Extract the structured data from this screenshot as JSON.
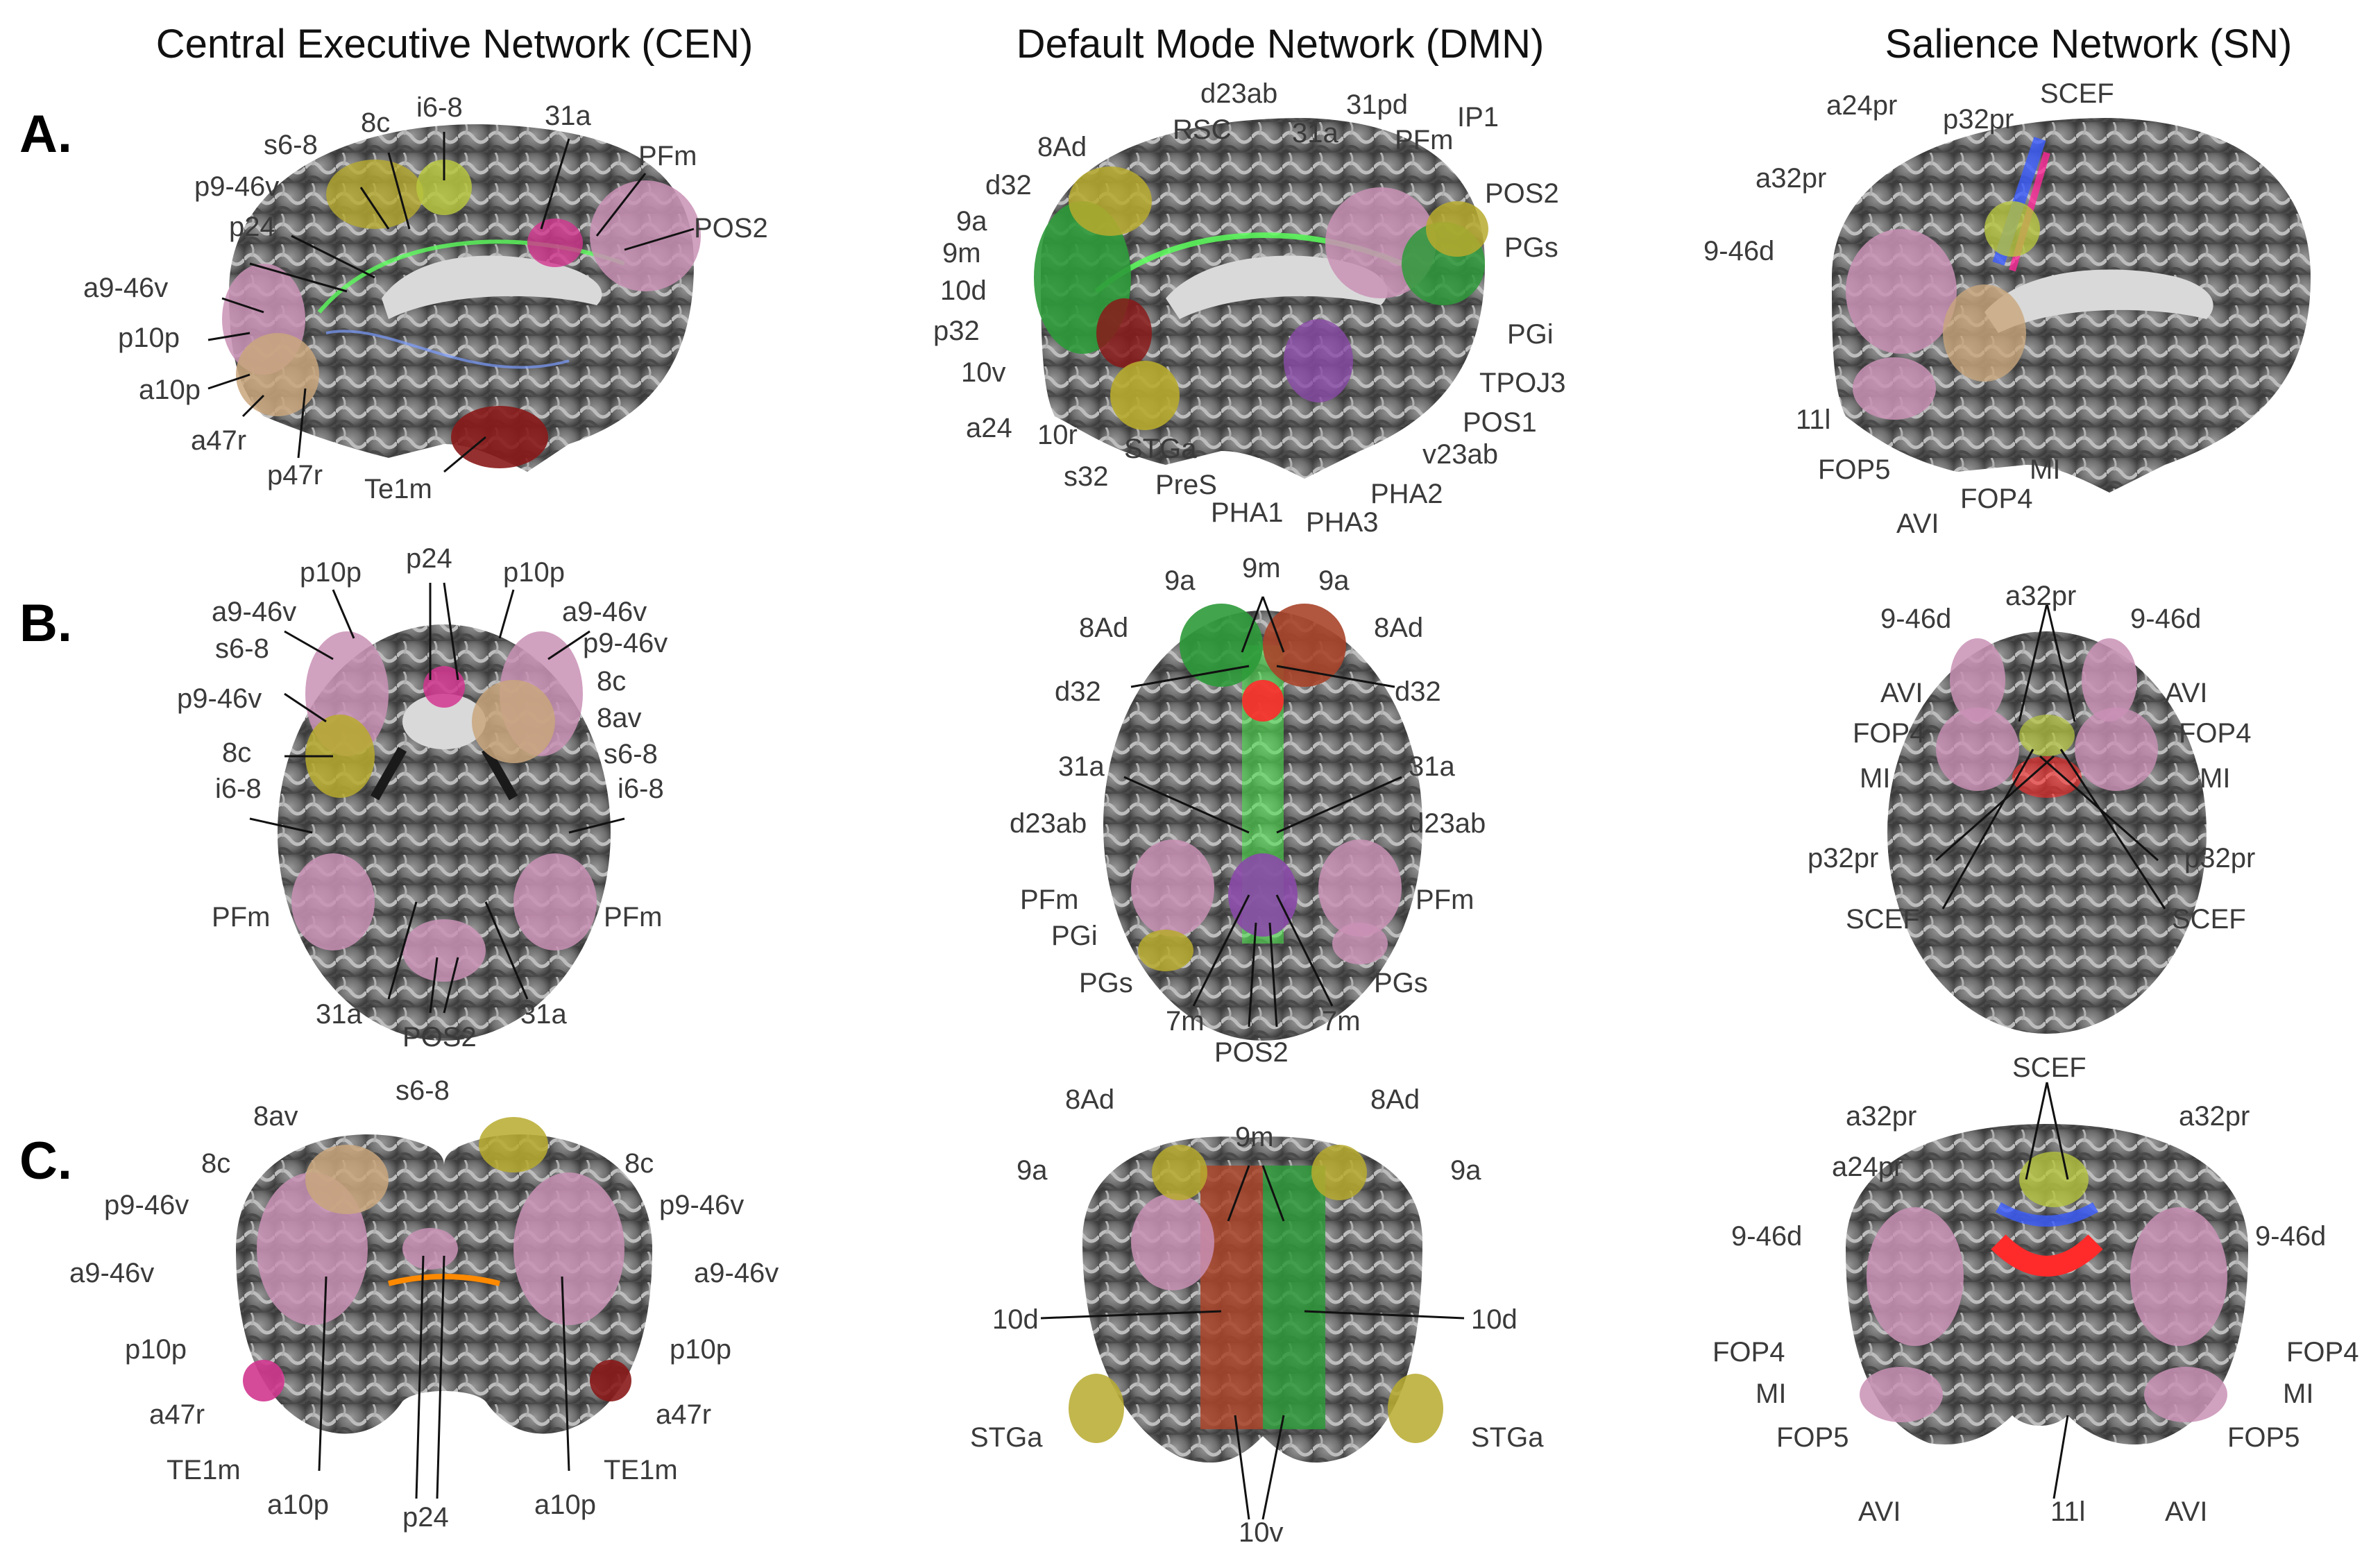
{
  "titles": {
    "cen": "Central Executive Network (CEN)",
    "dmn": "Default Mode Network (DMN)",
    "sn": "Salience Network (SN)"
  },
  "rows": [
    "A.",
    "B.",
    "C."
  ],
  "colors": {
    "pink": "#c990b5",
    "olive": "#b7aa2e",
    "green": "#2e9a3a",
    "darkred": "#8a1a1a",
    "rust": "#a9442a",
    "tan": "#c9a67c",
    "purple": "#8a4aa8",
    "magenta": "#d2368f",
    "tract_green": "#4ee24e",
    "tract_blue": "#3b5cff",
    "tract_red": "#ff2a2a"
  },
  "labels": {
    "cen_a": [
      "s6-8",
      "8c",
      "i6-8",
      "31a",
      "PFm",
      "POS2",
      "p9-46v",
      "p24",
      "a9-46v",
      "p10p",
      "a10p",
      "a47r",
      "p47r",
      "Te1m"
    ],
    "dmn_a": [
      "d23ab",
      "RSC",
      "31pd",
      "31a",
      "IP1",
      "PFm",
      "8Ad",
      "d32",
      "9a",
      "9m",
      "10d",
      "p32",
      "10v",
      "a24",
      "10r",
      "s32",
      "STGa",
      "PreS",
      "PHA1",
      "PHA3",
      "PHA2",
      "v23ab",
      "POS1",
      "TPOJ3",
      "PGi",
      "PGs",
      "POS2"
    ],
    "sn_a": [
      "a24pr",
      "p32pr",
      "SCEF",
      "a32pr",
      "9-46d",
      "11l",
      "FOP5",
      "AVI",
      "FOP4",
      "MI"
    ],
    "cen_b": [
      "p10p",
      "p24",
      "p10p",
      "a9-46v",
      "a9-46v",
      "s6-8",
      "p9-46v",
      "p9-46v",
      "8c",
      "8c",
      "8av",
      "s6-8",
      "i6-8",
      "i6-8",
      "PFm",
      "PFm",
      "31a",
      "31a",
      "POS2"
    ],
    "dmn_b": [
      "9a",
      "9m",
      "9a",
      "8Ad",
      "8Ad",
      "d32",
      "d32",
      "31a",
      "31a",
      "d23ab",
      "d23ab",
      "PFm",
      "PFm",
      "PGi",
      "PGs",
      "PGs",
      "7m",
      "7m",
      "POS2"
    ],
    "sn_b": [
      "9-46d",
      "a32pr",
      "9-46d",
      "AVI",
      "AVI",
      "FOP4",
      "FOP4",
      "MI",
      "MI",
      "p32pr",
      "p32pr",
      "SCEF",
      "SCEF"
    ],
    "cen_c": [
      "8av",
      "s6-8",
      "8c",
      "8c",
      "p9-46v",
      "p9-46v",
      "a9-46v",
      "a9-46v",
      "p10p",
      "p10p",
      "a47r",
      "a47r",
      "TE1m",
      "TE1m",
      "a10p",
      "p24",
      "a10p"
    ],
    "dmn_c": [
      "8Ad",
      "9m",
      "8Ad",
      "9a",
      "9a",
      "10d",
      "10d",
      "STGa",
      "STGa",
      "10v"
    ],
    "sn_c": [
      "SCEF",
      "a32pr",
      "a32pr",
      "a24pr",
      "9-46d",
      "9-46d",
      "FOP4",
      "FOP4",
      "MI",
      "MI",
      "FOP5",
      "FOP5",
      "AVI",
      "11l",
      "AVI"
    ]
  }
}
